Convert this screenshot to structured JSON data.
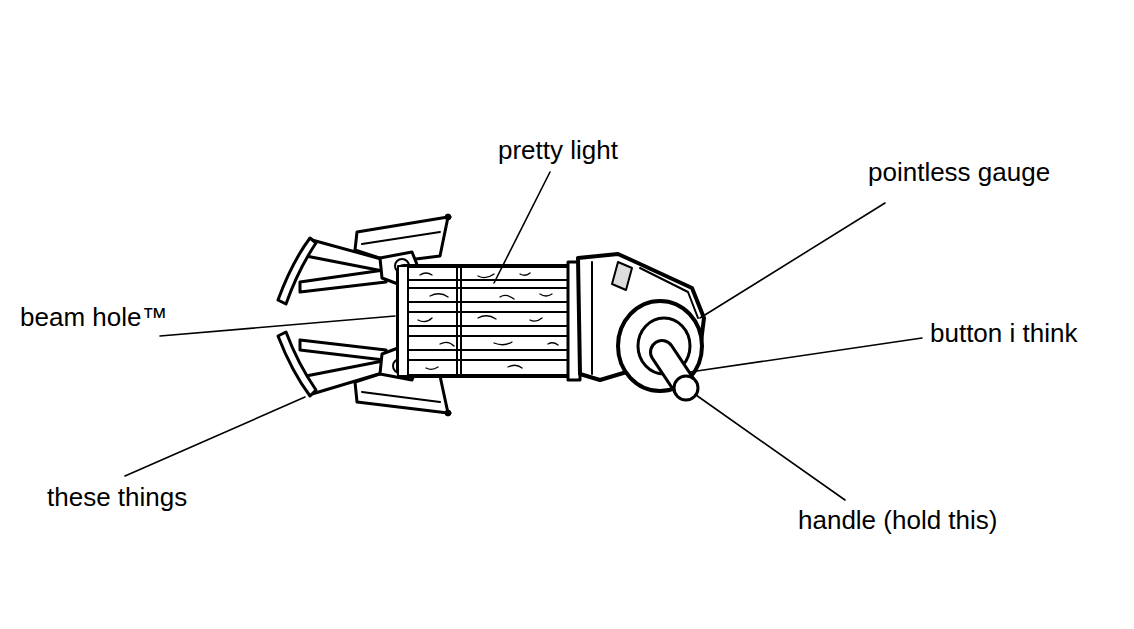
{
  "diagram": {
    "labels": [
      "pretty light",
      "pointless gauge",
      "beam hole™",
      "button i think",
      "these things",
      "handle (hold this)"
    ]
  }
}
